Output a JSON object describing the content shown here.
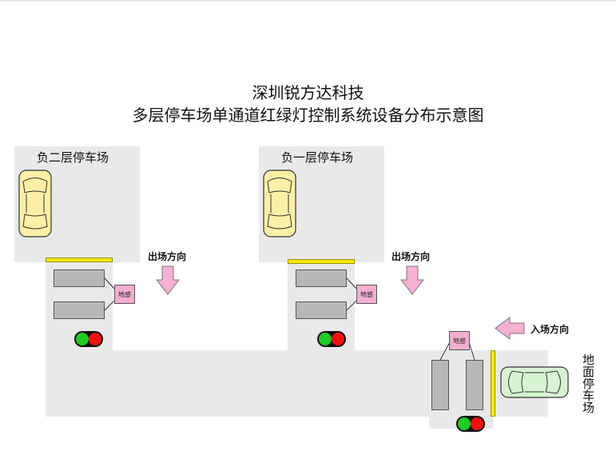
{
  "title": {
    "line1": "深圳锐方达科技",
    "line2": "多层停车场单通道红绿灯控制系统设备分布示意图"
  },
  "areas": {
    "b2": "负二层停车场",
    "b1": "负一层停车场",
    "ground": "地面停车场"
  },
  "directions": {
    "exit_b2": "出场方向",
    "exit_b1": "出场方向",
    "entry": "入场方向"
  },
  "sensors": {
    "b2": "地感",
    "b1": "地感",
    "ground": "地感"
  },
  "colors": {
    "area_fill": "#e9e9e9",
    "barrier": "#f6e800",
    "loop": "#b7b7b7",
    "sensor": "#f3aed0",
    "arrow": "#f5b0d3",
    "car_parked": "#fbf0a6",
    "car_entering": "#d6f3d2",
    "lamp_green": "#22cc22",
    "lamp_red": "#ee1111"
  },
  "icons": [
    "car-icon",
    "arrow-down-icon",
    "arrow-left-icon",
    "traffic-light-icon"
  ]
}
